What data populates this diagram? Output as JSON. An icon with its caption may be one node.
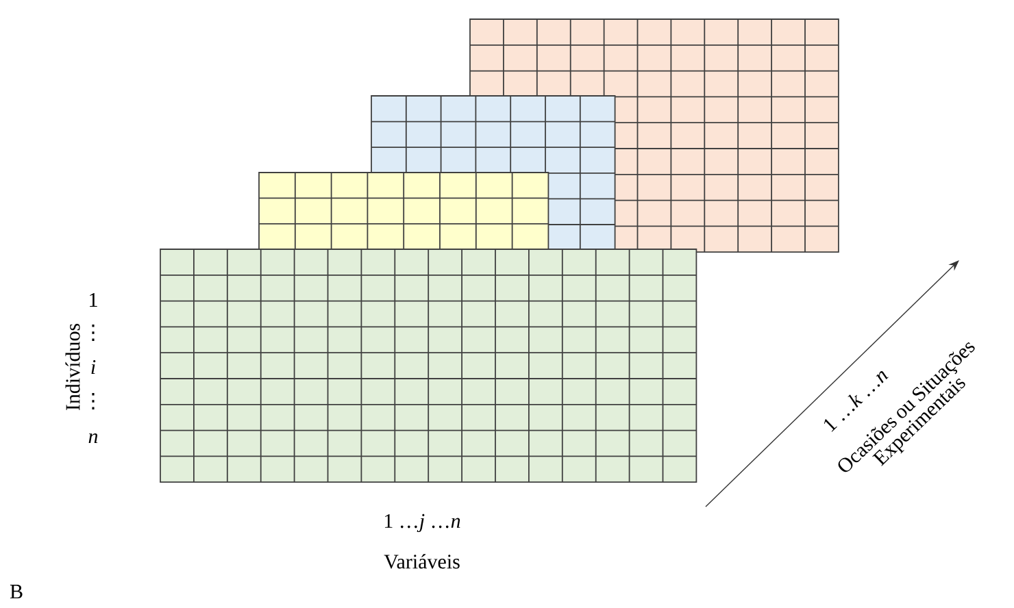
{
  "diagram": {
    "labels": [
      "Indivíduos",
      "1",
      "⋮",
      "*i*",
      "⋮",
      "*n*",
      "1 …*j* …*n*",
      "Variáveis",
      "1 …*k* …*n*",
      "Ocasiões ou Situações Experimentais",
      "B"
    ]
  }
}
